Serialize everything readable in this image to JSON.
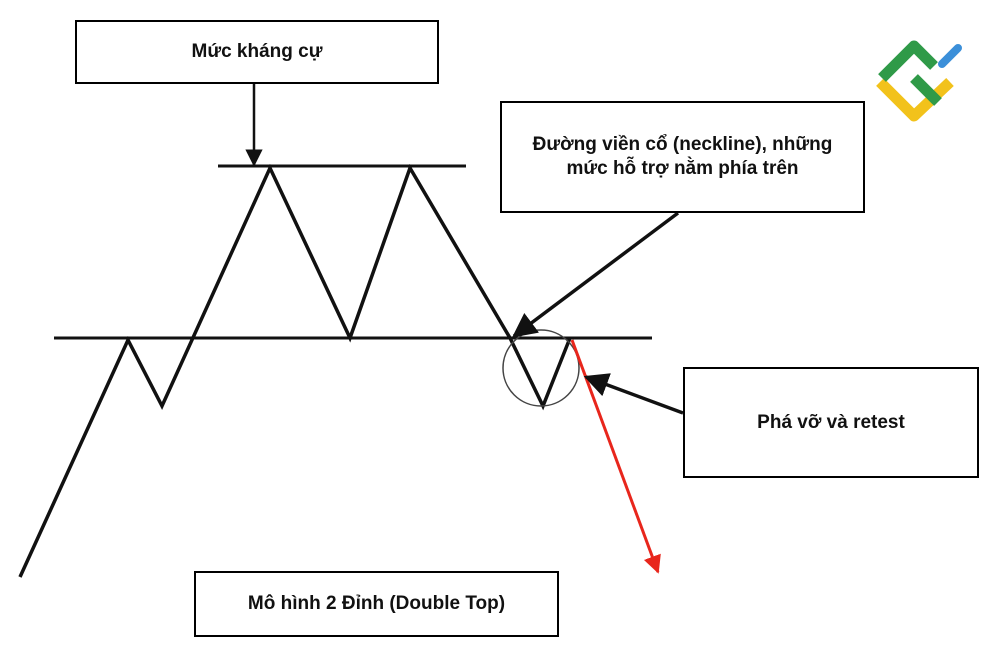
{
  "labels": {
    "resistance": "Mức kháng cự",
    "neckline": "Đường viền cổ (neckline), những mức hỗ trợ nằm phía trên",
    "breakout_retest": "Phá vỡ và retest",
    "title": "Mô hình 2 Đỉnh (Double Top)"
  },
  "colors": {
    "line": "#111111",
    "breakdown_arrow": "#e8261c",
    "logo_green": "#2f9a48",
    "logo_yellow": "#f2c21b",
    "logo_blue": "#3b8fd9"
  },
  "logo": {
    "icon": "brand-logo-icon"
  }
}
